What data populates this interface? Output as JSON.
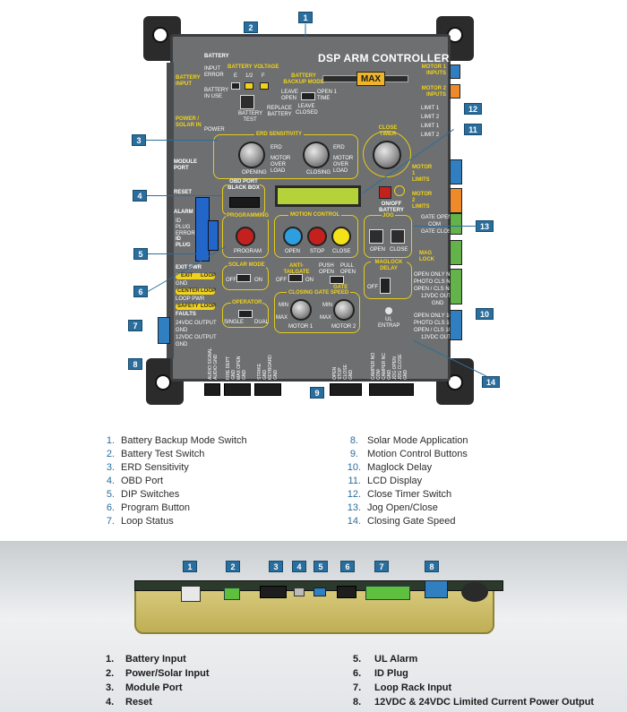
{
  "board": {
    "title": "DSP ARM CONTROLLER",
    "logo": "MAX",
    "labels": {
      "battery": "BATTERY",
      "input_error": "INPUT ERROR",
      "battery_in_use": "BATTERY IN USE",
      "battery_input": "BATTERY INPUT",
      "battery_voltage": "BATTERY VOLTAGE",
      "e": "E",
      "half": "1/2",
      "f": "F",
      "battery_test": "BATTERY TEST",
      "replace_battery": "REPLACE BATTERY",
      "battery_backup_mode": "BATTERY BACKUP MODE",
      "leave_open": "LEAVE OPEN",
      "open_1_time": "OPEN 1 TIME",
      "leave_closed": "LEAVE CLOSED",
      "power_solar_in": "POWER / SOLAR IN",
      "power": "POWER",
      "erd_sensitivity": "ERD SENSITIVITY",
      "opening": "OPENING",
      "closing": "CLOSING",
      "erd": "ERD",
      "motor_over_load": "MOTOR OVER LOAD",
      "close_timer": "CLOSE TIMER",
      "module_port": "MODULE PORT",
      "reset": "RESET",
      "obd_port_black_box": "OBD PORT BLACK BOX",
      "alarm": "ALARM",
      "id_plug_error": "ID PLUG ERROR",
      "id_plug": "ID PLUG",
      "programming": "PROGRAMMING",
      "program": "PROGRAM",
      "motion_control": "MOTION CONTROL",
      "open": "OPEN",
      "stop": "STOP",
      "close": "CLOSE",
      "on_off_battery": "ON/OFF BATTERY",
      "jog": "JOG",
      "gate_open": "GATE OPEN",
      "com": "COM",
      "gate_closed": "GATE CLOSED",
      "mag_lock": "MAG LOCK",
      "exit_pwr": "EXIT PWR",
      "exit": "EXIT",
      "loop": "LOOP",
      "gnd": "GND",
      "center": "CENTER",
      "loop_pwr": "LOOP PWR",
      "safety": "SAFETY",
      "faults": "FAULTS",
      "solar_mode": "SOLAR MODE",
      "off": "OFF",
      "on": "ON",
      "anti_tailgate": "ANTI-TAILGATE",
      "push_open": "PUSH OPEN",
      "pull_open": "PULL OPEN",
      "gate": "GATE",
      "maglock_delay": "MAGLOCK DELAY",
      "operator": "OPERATOR",
      "single": "SINGLE",
      "dual": "DUAL",
      "closing_gate_speed": "CLOSING GATE SPEED",
      "min": "MIN",
      "max": "MAX",
      "motor_1": "MOTOR 1",
      "motor_2": "MOTOR 2",
      "ul_entrap": "UL ENTRAP",
      "24vdc_output": "24VDC OUTPUT",
      "12vdc_output": "12VDC OUTPUT",
      "motor_1_inputs": "MOTOR 1 INPUTS",
      "motor_2_inputs": "MOTOR 2 INPUTS",
      "limit_1": "LIMIT 1",
      "limit_2": "LIMIT 2",
      "motor_1_limits": "MOTOR 1 LIMITS",
      "motor_2_limits": "MOTOR 2 LIMITS",
      "open_only_nc": "OPEN ONLY NC",
      "photo_cls_nc": "PHOTO CLS NC",
      "open_cls_nc": "OPEN / CLS NC",
      "12vdc_out": "12VDC OUT",
      "open_only_10k": "OPEN ONLY 10K",
      "photo_cls_10k": "PHOTO CLS 10K",
      "open_cls_10k": "OPEN / CLS 10K",
      "bottom_terminals": [
        "AUDIO SIGNAL",
        "AUDIO GND",
        "FIRE DEPT",
        "GND",
        "MAX OPEN",
        "GND",
        "STRIKE",
        "GND",
        "KEYBOARD",
        "GND",
        "OPEN",
        "STOP",
        "CLOSE",
        "GND",
        "CAMPER NO",
        "COM",
        "CAMPER NC",
        "GND",
        "JOG OPEN",
        "JOG CLOSE",
        "GND"
      ]
    }
  },
  "callout_numbers": [
    "1",
    "2",
    "3",
    "4",
    "5",
    "6",
    "7",
    "8",
    "9",
    "10",
    "11",
    "12",
    "13",
    "14"
  ],
  "legend_top": [
    {
      "num": "1.",
      "text": "Battery Backup Mode Switch"
    },
    {
      "num": "2.",
      "text": "Battery Test Switch"
    },
    {
      "num": "3.",
      "text": "ERD Sensitivity"
    },
    {
      "num": "4.",
      "text": "OBD Port"
    },
    {
      "num": "5.",
      "text": "DIP Switches"
    },
    {
      "num": "6.",
      "text": "Program Button"
    },
    {
      "num": "7.",
      "text": "Loop Status"
    },
    {
      "num": "8.",
      "text": "Solar Mode Application"
    },
    {
      "num": "9.",
      "text": "Motion Control Buttons"
    },
    {
      "num": "10.",
      "text": "Maglock Delay"
    },
    {
      "num": "11.",
      "text": "LCD Display"
    },
    {
      "num": "12.",
      "text": "Close Timer Switch"
    },
    {
      "num": "13.",
      "text": "Jog Open/Close"
    },
    {
      "num": "14.",
      "text": "Closing Gate Speed"
    }
  ],
  "bottom_callouts": [
    "1",
    "2",
    "3",
    "4",
    "5",
    "6",
    "7",
    "8"
  ],
  "legend_bottom": [
    {
      "num": "1.",
      "text": "Battery Input"
    },
    {
      "num": "2.",
      "text": "Power/Solar Input"
    },
    {
      "num": "3.",
      "text": "Module Port"
    },
    {
      "num": "4.",
      "text": "Reset"
    },
    {
      "num": "5.",
      "text": "UL Alarm"
    },
    {
      "num": "6.",
      "text": "ID Plug"
    },
    {
      "num": "7.",
      "text": "Loop Rack Input"
    },
    {
      "num": "8.",
      "text": "12VDC & 24VDC Limited Current Power Output"
    }
  ],
  "colors": {
    "board": "#6d6f70",
    "callout": "#2a6e9e",
    "accent_yellow": "#f1d21b",
    "lcd": "#b6d23b",
    "btn_open": "#2d9fe0",
    "btn_stop": "#c4211e",
    "btn_close": "#f4e11a",
    "term_green": "#63b34a",
    "term_blue": "#2f7fc1",
    "term_orange": "#ef8a2b"
  }
}
